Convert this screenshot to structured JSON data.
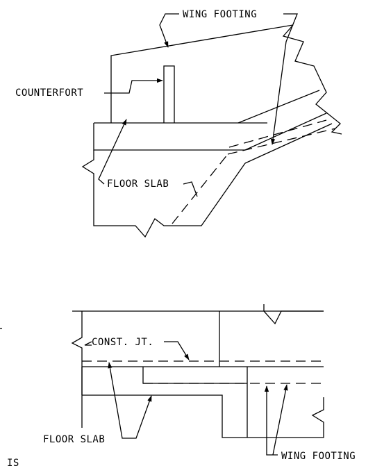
{
  "top_detail": {
    "wing_footing_label": "WING FOOTING",
    "counterfort_label": "COUNTERFORT",
    "floor_slab_label": "FLOOR SLAB"
  },
  "bottom_detail": {
    "const_jt_label": "CONST. JT.",
    "floor_slab_label": "FLOOR SLAB",
    "wing_footing_label": "WING FOOTING"
  },
  "edge_fragments": {
    "left_partial_text": "IS"
  }
}
